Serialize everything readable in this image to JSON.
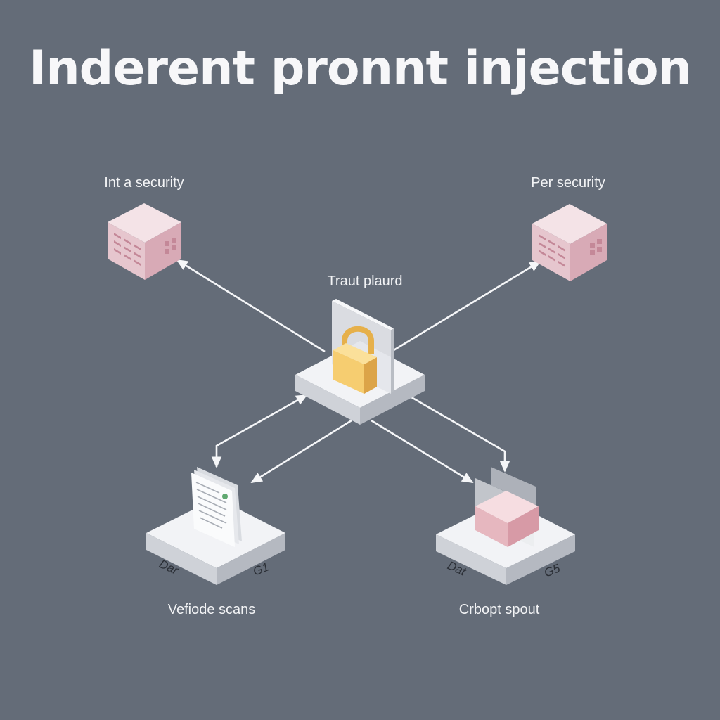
{
  "title": "Inderent pronnt injection",
  "nodes": {
    "top_left": {
      "label": "Int a security"
    },
    "top_right": {
      "label": "Per security"
    },
    "center": {
      "label": "Traut plaurd"
    },
    "bottom_left": {
      "label": "Vefiode scans",
      "tag_left": "Dar",
      "tag_right": "G1"
    },
    "bottom_right": {
      "label": "Crbopt spout",
      "tag_left": "Dat",
      "tag_right": "G5"
    }
  },
  "colors": {
    "background": "#646c78",
    "server_pink": "#ecd3d8",
    "platform": "#eef0f3",
    "lock": "#f3c867",
    "arrow": "#f5f6f8"
  }
}
